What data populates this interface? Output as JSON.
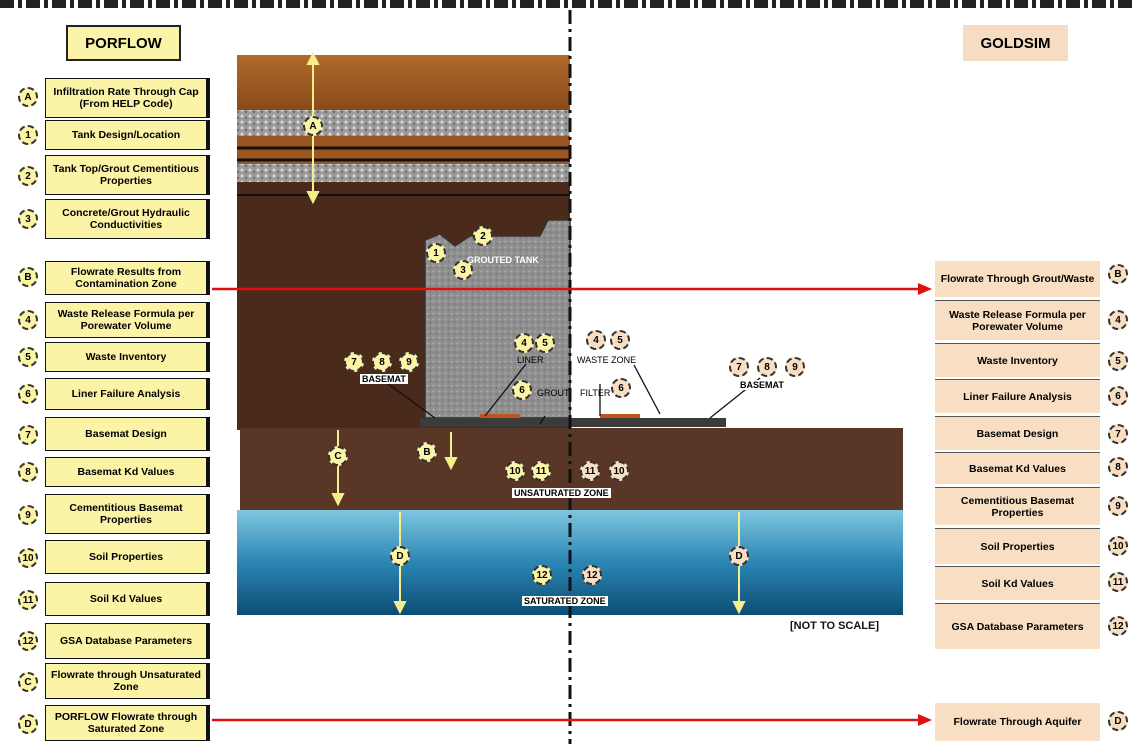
{
  "headers": {
    "left": "PORFLOW",
    "right": "GOLDSIM"
  },
  "left_items": [
    {
      "marker": "A",
      "label": "Infiltration Rate Through Cap (From HELP Code)"
    },
    {
      "marker": "1",
      "label": "Tank Design/Location"
    },
    {
      "marker": "2",
      "label": "Tank Top/Grout Cementitious Properties"
    },
    {
      "marker": "3",
      "label": "Concrete/Grout Hydraulic Conductivities"
    },
    {
      "marker": "B",
      "label": "Flowrate Results from Contamination Zone"
    },
    {
      "marker": "4",
      "label": "Waste Release Formula per Porewater Volume"
    },
    {
      "marker": "5",
      "label": "Waste Inventory"
    },
    {
      "marker": "6",
      "label": "Liner Failure Analysis"
    },
    {
      "marker": "7",
      "label": "Basemat Design"
    },
    {
      "marker": "8",
      "label": "Basemat Kd Values"
    },
    {
      "marker": "9",
      "label": "Cementitious Basemat Properties"
    },
    {
      "marker": "10",
      "label": "Soil Properties"
    },
    {
      "marker": "11",
      "label": "Soil Kd Values"
    },
    {
      "marker": "12",
      "label": "GSA Database Parameters"
    },
    {
      "marker": "C",
      "label": "Flowrate through Unsaturated Zone"
    },
    {
      "marker": "D",
      "label": "PORFLOW Flowrate through Saturated Zone"
    }
  ],
  "right_items": [
    {
      "marker": "B",
      "label": "Flowrate Through Grout/Waste"
    },
    {
      "marker": "4",
      "label": "Waste Release Formula per Porewater Volume"
    },
    {
      "marker": "5",
      "label": "Waste Inventory"
    },
    {
      "marker": "6",
      "label": "Liner Failure Analysis"
    },
    {
      "marker": "7",
      "label": "Basemat Design"
    },
    {
      "marker": "8",
      "label": "Basemat Kd Values"
    },
    {
      "marker": "9",
      "label": "Cementitious Basemat Properties"
    },
    {
      "marker": "10",
      "label": "Soil Properties"
    },
    {
      "marker": "11",
      "label": "Soil Kd Values"
    },
    {
      "marker": "12",
      "label": "GSA Database Parameters"
    },
    {
      "marker": "D",
      "label": "Flowrate Through Aquifer"
    }
  ],
  "diagram": {
    "tank_label": "GROUTED TANK",
    "basemat_left": "BASEMAT",
    "basemat_right": "BASEMAT",
    "unsaturated_zone": "UNSATURATED ZONE",
    "saturated_zone": "SATURATED ZONE",
    "not_to_scale": "[NOT TO SCALE]",
    "small_labels": {
      "liner": "LINER",
      "waste": "WASTE ZONE",
      "grout": "GROUT",
      "filter": "FILTER"
    },
    "markers": {
      "A": "A",
      "B": "B",
      "C": "C",
      "D": "D",
      "n1": "1",
      "n2": "2",
      "n3": "3",
      "n4": "4",
      "n5": "5",
      "n6": "6",
      "n7": "7",
      "n8": "8",
      "n9": "9",
      "n10": "10",
      "n11": "11",
      "n12": "12"
    }
  },
  "colors": {
    "porflow": "#fbf3a6",
    "goldsim": "#f8dfc4",
    "arrow": "#e01010",
    "water": "#1b6d96"
  }
}
